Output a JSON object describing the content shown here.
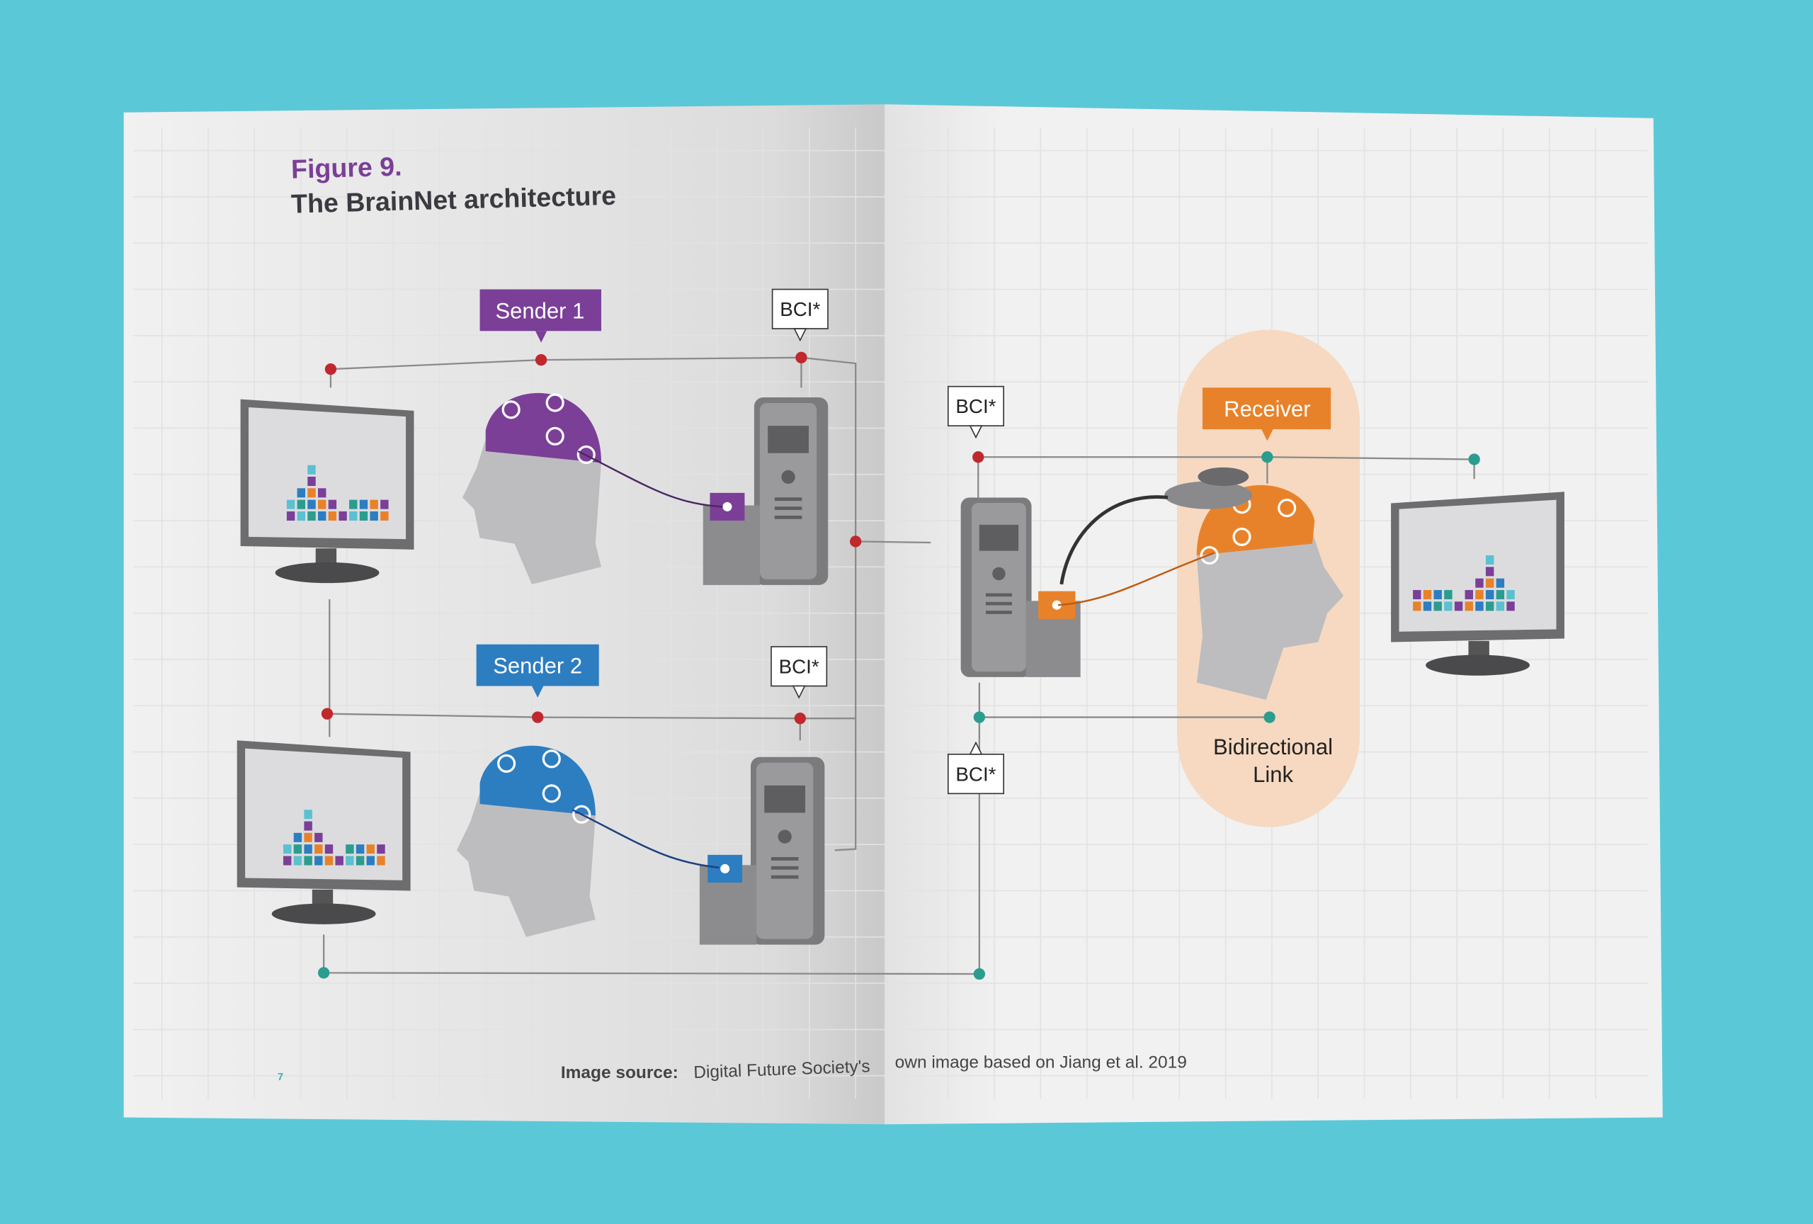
{
  "figure": {
    "number": "Figure 9.",
    "title": "The BrainNet architecture"
  },
  "labels": {
    "sender1": "Sender 1",
    "sender2": "Sender 2",
    "receiver": "Receiver",
    "bci": "BCI*",
    "link_line1": "Bidirectional",
    "link_line2": "Link"
  },
  "footer": {
    "page_number": "7",
    "source_label": "Image source:",
    "source_left": "Digital Future Society's",
    "source_right": "own image based on Jiang et al. 2019"
  },
  "colors": {
    "background": "#5bc8d8",
    "page": "#f1f1f1",
    "purple": "#7b3f98",
    "blue": "#2d7dc1",
    "orange": "#e8822a",
    "red_node": "#c0282d",
    "teal_node": "#2a9d8f",
    "link_highlight": "#f6d9c0"
  }
}
